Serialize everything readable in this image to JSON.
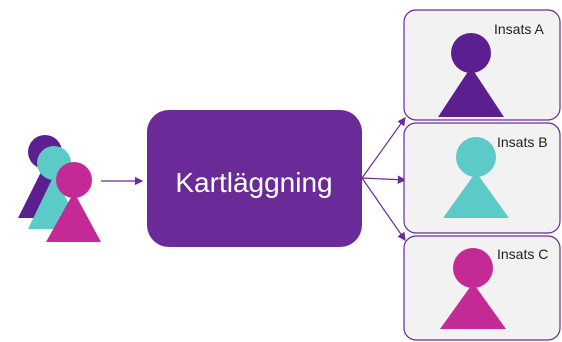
{
  "center_process": {
    "label": "Kartläggning"
  },
  "inputs": {
    "description_count": 3
  },
  "outputs": [
    {
      "label": "Insats A",
      "person_color": "#5b1f8f"
    },
    {
      "label": "Insats B",
      "person_color": "#5ccac6"
    },
    {
      "label": "Insats C",
      "person_color": "#c42a96"
    }
  ],
  "colors": {
    "process_fill": "#6a2a97",
    "process_text": "#ffffff",
    "box_fill": "#f2f2f2",
    "box_stroke": "#6a2a97",
    "arrow": "#6a2a97",
    "input_purple": "#5b1f8f",
    "input_teal": "#5ccac6",
    "input_magenta": "#c42a96"
  }
}
